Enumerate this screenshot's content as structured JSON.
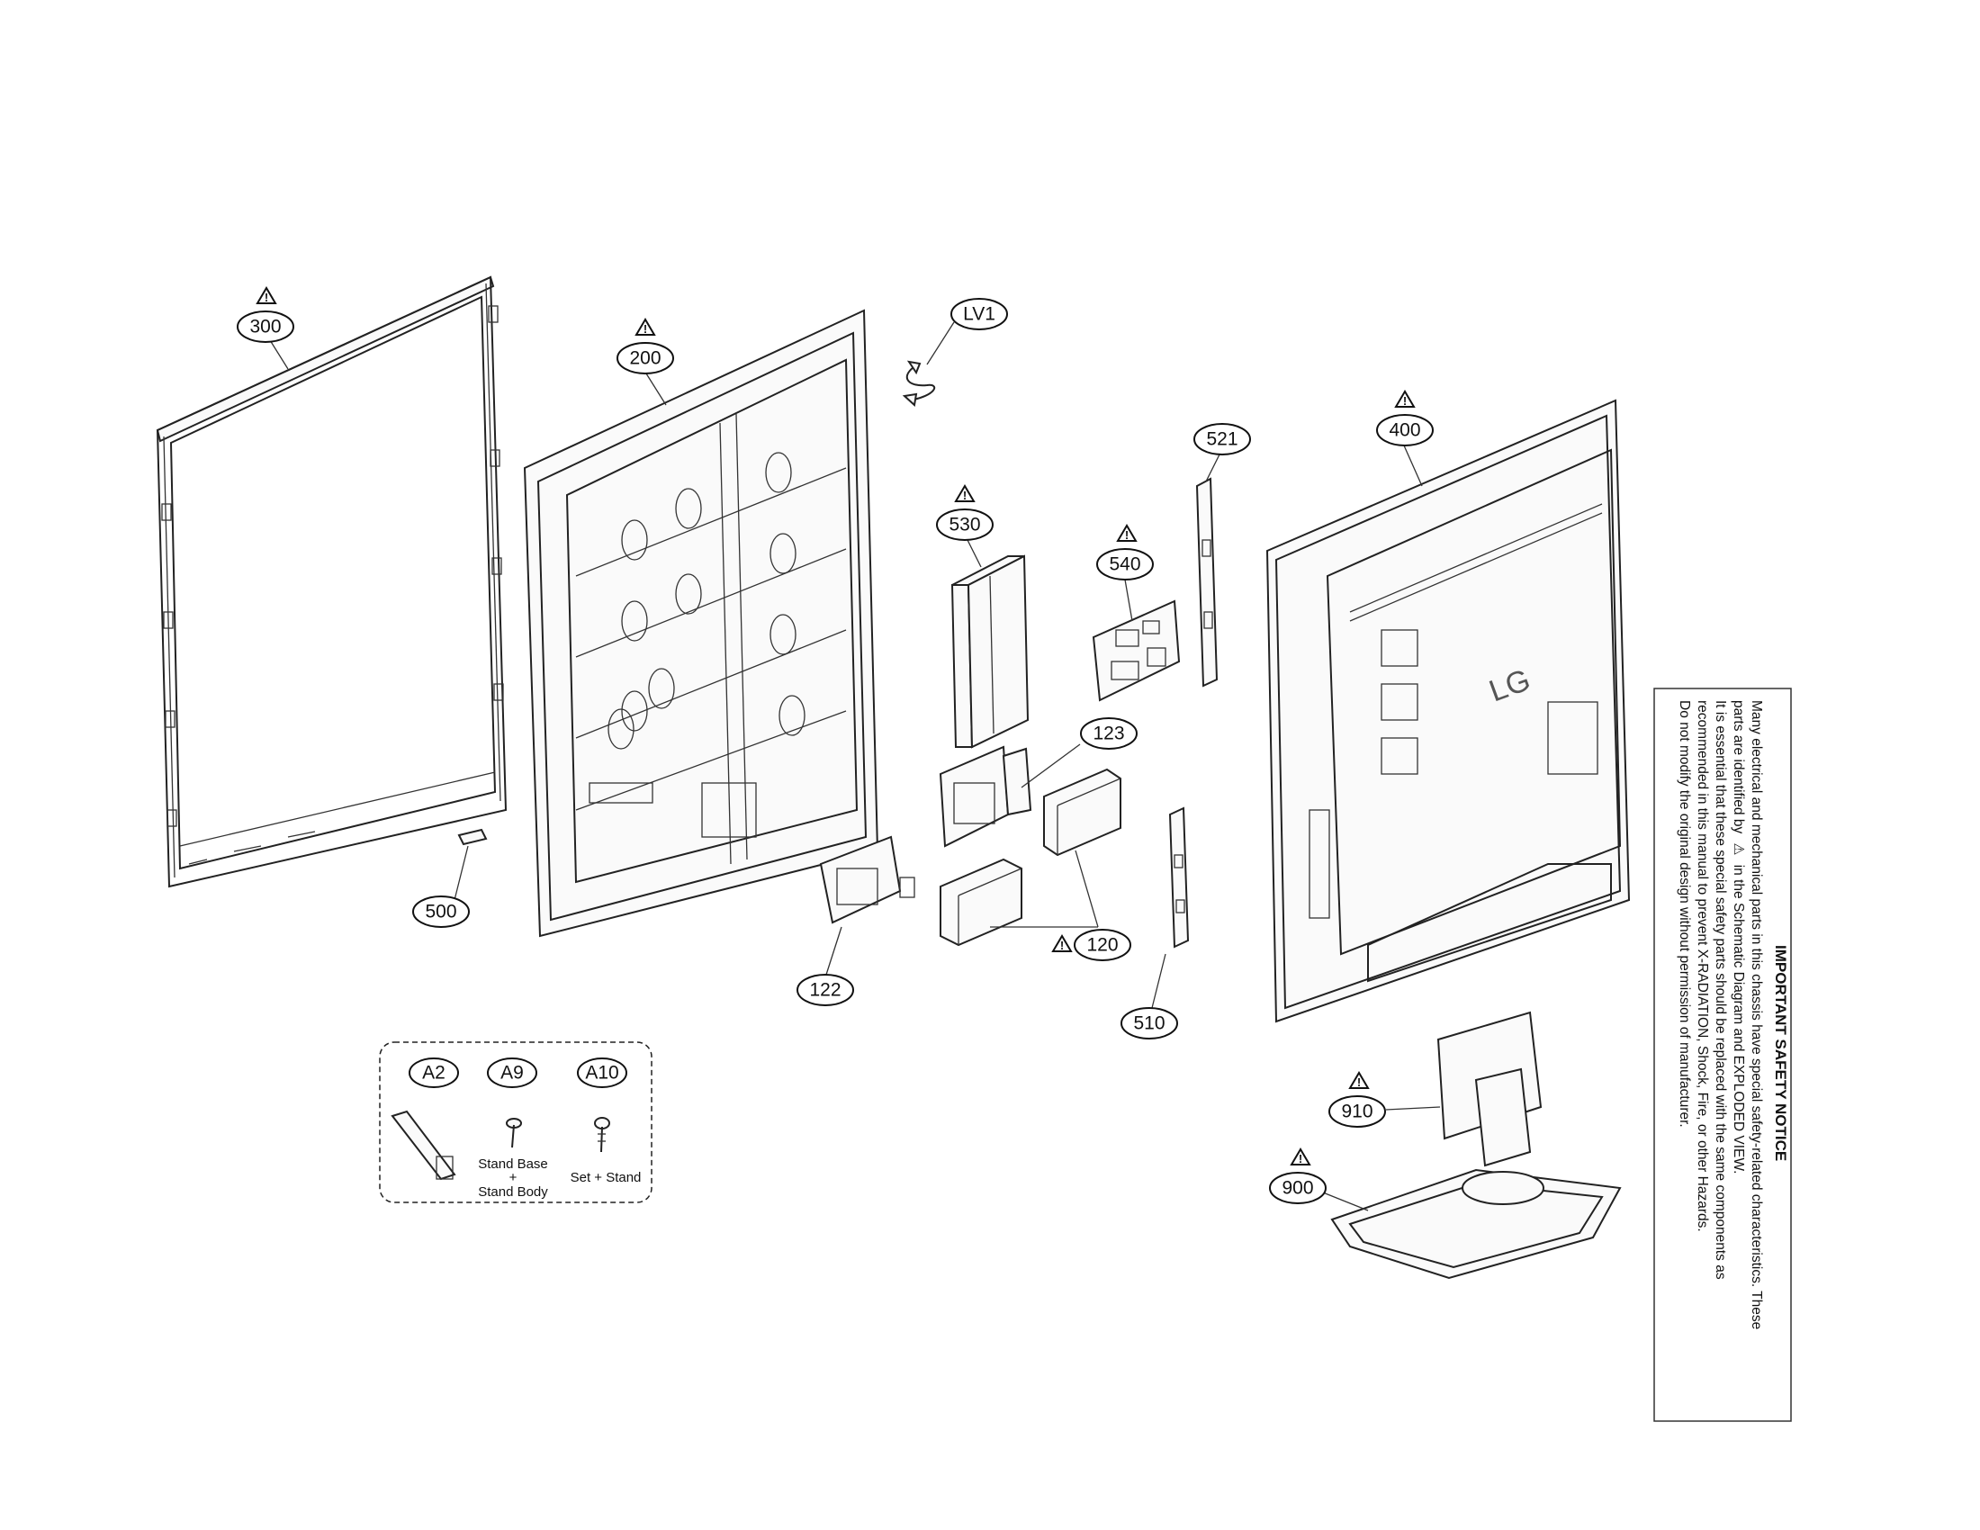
{
  "callouts": {
    "c300": "300",
    "c200": "200",
    "cLV1": "LV1",
    "c521": "521",
    "c400": "400",
    "c530": "530",
    "c540": "540",
    "c123": "123",
    "c500": "500",
    "c122": "122",
    "c120": "120",
    "c510": "510",
    "cA2": "A2",
    "cA9": "A9",
    "cA10": "A10",
    "c910": "910",
    "c900": "900"
  },
  "accessory_labels": {
    "a9_line1": "Stand Base",
    "a9_line2": "+",
    "a9_line3": "Stand Body",
    "a10_line1": "Set + Stand"
  },
  "logo": "LG",
  "safety_notice": {
    "title": "IMPORTANT SAFETY NOTICE",
    "line1": "Many electrical and mechanical parts in this chassis have special safety-related characteristics. These",
    "line2_pre": "parts are identified by",
    "line2_post": "in the Schematic Diagram and EXPLODED VIEW.",
    "line3": "It is essential that these special safety parts should be replaced with the same components as",
    "line4": "recommended in this manual to prevent X-RADIATION, Shock, Fire, or other Hazards.",
    "line5": "Do not modify the original design without permission of manufacturer."
  }
}
